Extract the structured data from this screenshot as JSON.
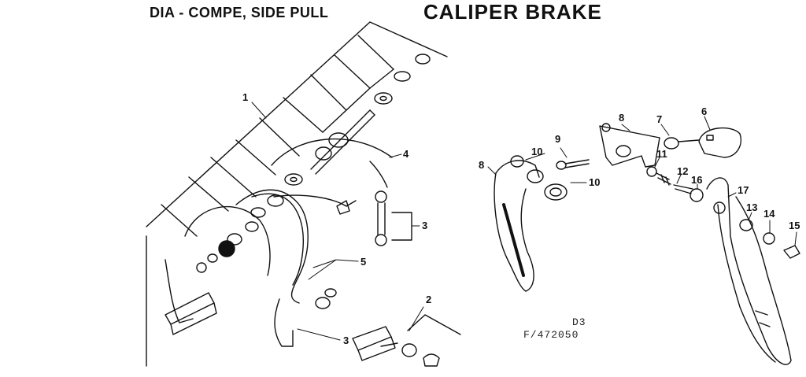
{
  "header": {
    "subtitle": "DIA - COMPE, SIDE PULL",
    "title": "CALIPER BRAKE"
  },
  "callouts": [
    "1",
    "2",
    "3",
    "3",
    "4",
    "5",
    "6",
    "7",
    "8",
    "8",
    "9",
    "10",
    "10",
    "11",
    "12",
    "13",
    "14",
    "15",
    "16",
    "17"
  ],
  "footer": {
    "code_line1": "D3",
    "code_line2": "F/472050"
  },
  "colors": {
    "ink": "#111111",
    "background": "#ffffff"
  }
}
